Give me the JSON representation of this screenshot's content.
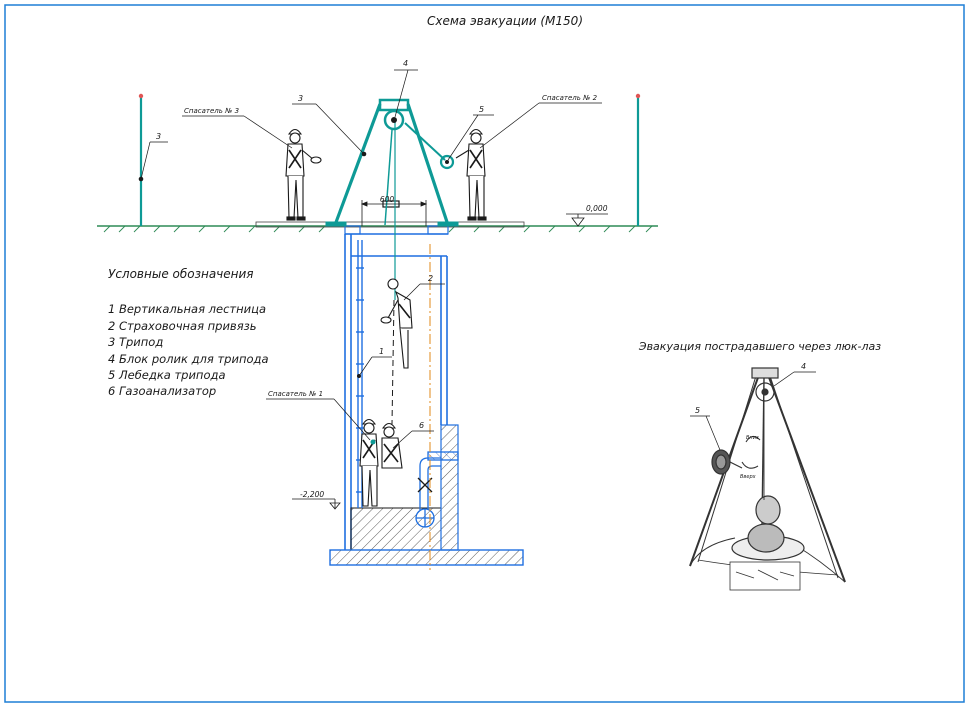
{
  "title": "Схема эвакуации (М150)",
  "legend": {
    "title": "Условные обозначения",
    "items": [
      "1 Вертикальная лестница",
      "2 Страховочная привязь",
      "3 Трипод",
      "4 Блок ролик для трипода",
      "5 Лебедка трипода",
      "6 Газоанализатор"
    ]
  },
  "labels": {
    "rescuer1": "Спасатель № 1",
    "rescuer2": "Спасатель № 2",
    "rescuer3": "Спасатель № 3",
    "dim_width": "600",
    "level_ground": "0,000",
    "level_bottom": "-2,200",
    "n1": "1",
    "n2": "2",
    "n3": "3",
    "n4": "4",
    "n5": "5",
    "n6": "6"
  },
  "inset": {
    "title": "Эвакуация пострадавшего через люк-лаз",
    "n4": "4",
    "n5": "5",
    "arrow_down": "Вниз",
    "arrow_up": "Вверх"
  },
  "colors": {
    "frame": "#1e7fd6",
    "teal": "#0e9a96",
    "blue": "#1f6fe0",
    "orange": "#e08a1a",
    "ink": "#1a1a1a"
  }
}
